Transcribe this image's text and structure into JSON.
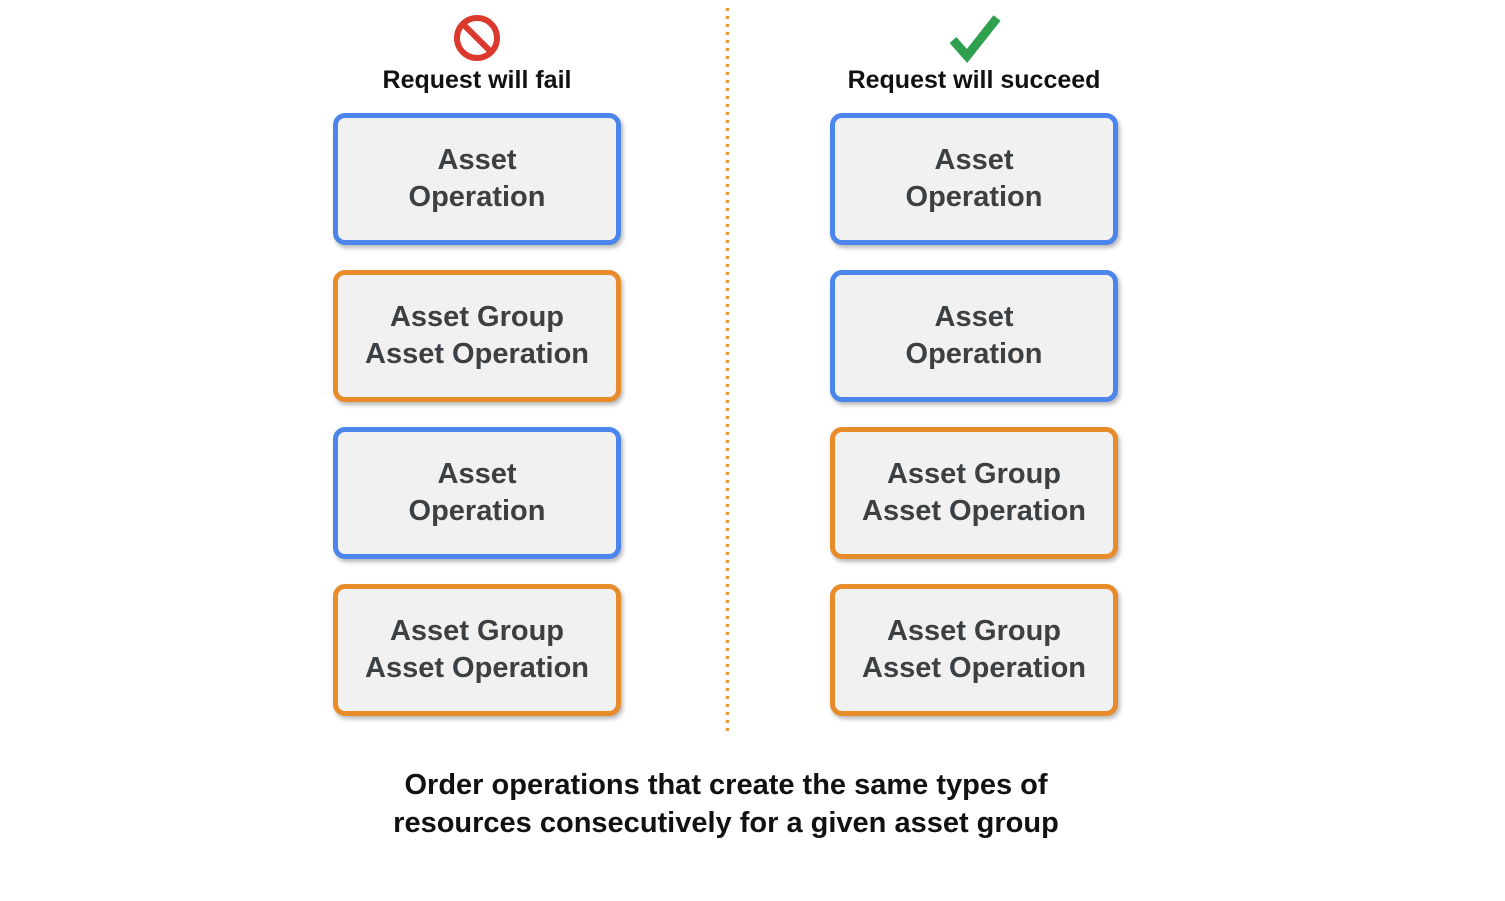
{
  "colors": {
    "blue_border": "#4C86EC",
    "orange_border": "#E78B2B",
    "box_fill": "#F1F1F1",
    "box_text": "#3C4043",
    "heading_text": "#111111",
    "fail_icon_red": "#DB392D",
    "success_icon_green": "#2FA04E",
    "divider_orange": "#E8962E",
    "background": "#FFFFFF"
  },
  "columns": {
    "fail": {
      "icon": "prohibited-icon",
      "title": "Request will fail",
      "boxes": [
        {
          "type": "asset-operation",
          "style": "blue",
          "lines": [
            "Asset",
            "Operation"
          ]
        },
        {
          "type": "asset-group-asset-operation",
          "style": "orange",
          "lines": [
            "Asset Group",
            "Asset Operation"
          ]
        },
        {
          "type": "asset-operation",
          "style": "blue",
          "lines": [
            "Asset",
            "Operation"
          ]
        },
        {
          "type": "asset-group-asset-operation",
          "style": "orange",
          "lines": [
            "Asset Group",
            "Asset Operation"
          ]
        }
      ]
    },
    "succeed": {
      "icon": "checkmark-icon",
      "title": "Request will succeed",
      "boxes": [
        {
          "type": "asset-operation",
          "style": "blue",
          "lines": [
            "Asset",
            "Operation"
          ]
        },
        {
          "type": "asset-operation",
          "style": "blue",
          "lines": [
            "Asset",
            "Operation"
          ]
        },
        {
          "type": "asset-group-asset-operation",
          "style": "orange",
          "lines": [
            "Asset Group",
            "Asset Operation"
          ]
        },
        {
          "type": "asset-group-asset-operation",
          "style": "orange",
          "lines": [
            "Asset Group",
            "Asset Operation"
          ]
        }
      ]
    }
  },
  "caption": {
    "line1": "Order operations that create the same types of",
    "line2": "resources consecutively for a given asset group"
  }
}
